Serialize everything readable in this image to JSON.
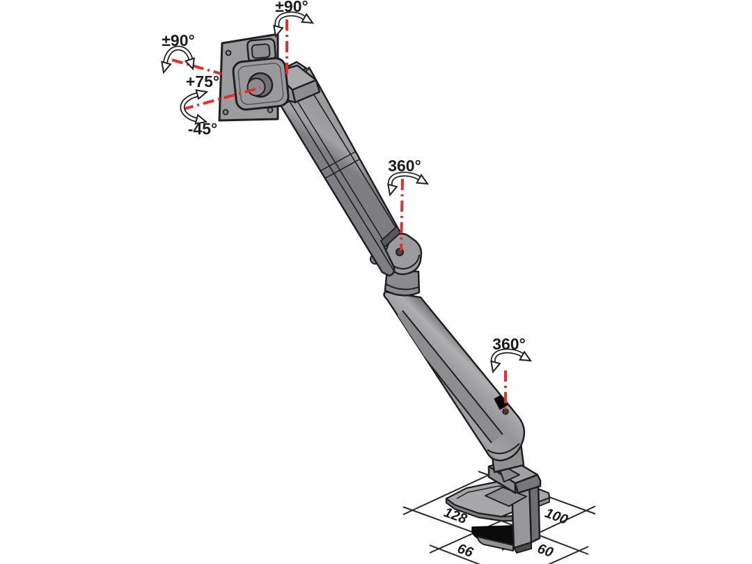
{
  "diagram": {
    "annotations": {
      "vesa_swivel_top": "±90°",
      "vesa_swivel_side": "±90°",
      "tilt_up": "+75°",
      "tilt_down": "-45°",
      "elbow_rotation": "360°",
      "base_rotation": "360°"
    },
    "dimensions": {
      "base_length": "128",
      "base_depth": "100",
      "clamp_length": "66",
      "clamp_depth": "60"
    },
    "colors": {
      "axis_red": "#ee2b2b",
      "outline": "#1f1f21",
      "arm_gray": "#98989b",
      "arm_light": "#b3b3b5",
      "arm_dark": "#7a7a7d",
      "clamp_black": "#0b0b0c",
      "label_color": "#1d1d1f"
    }
  }
}
